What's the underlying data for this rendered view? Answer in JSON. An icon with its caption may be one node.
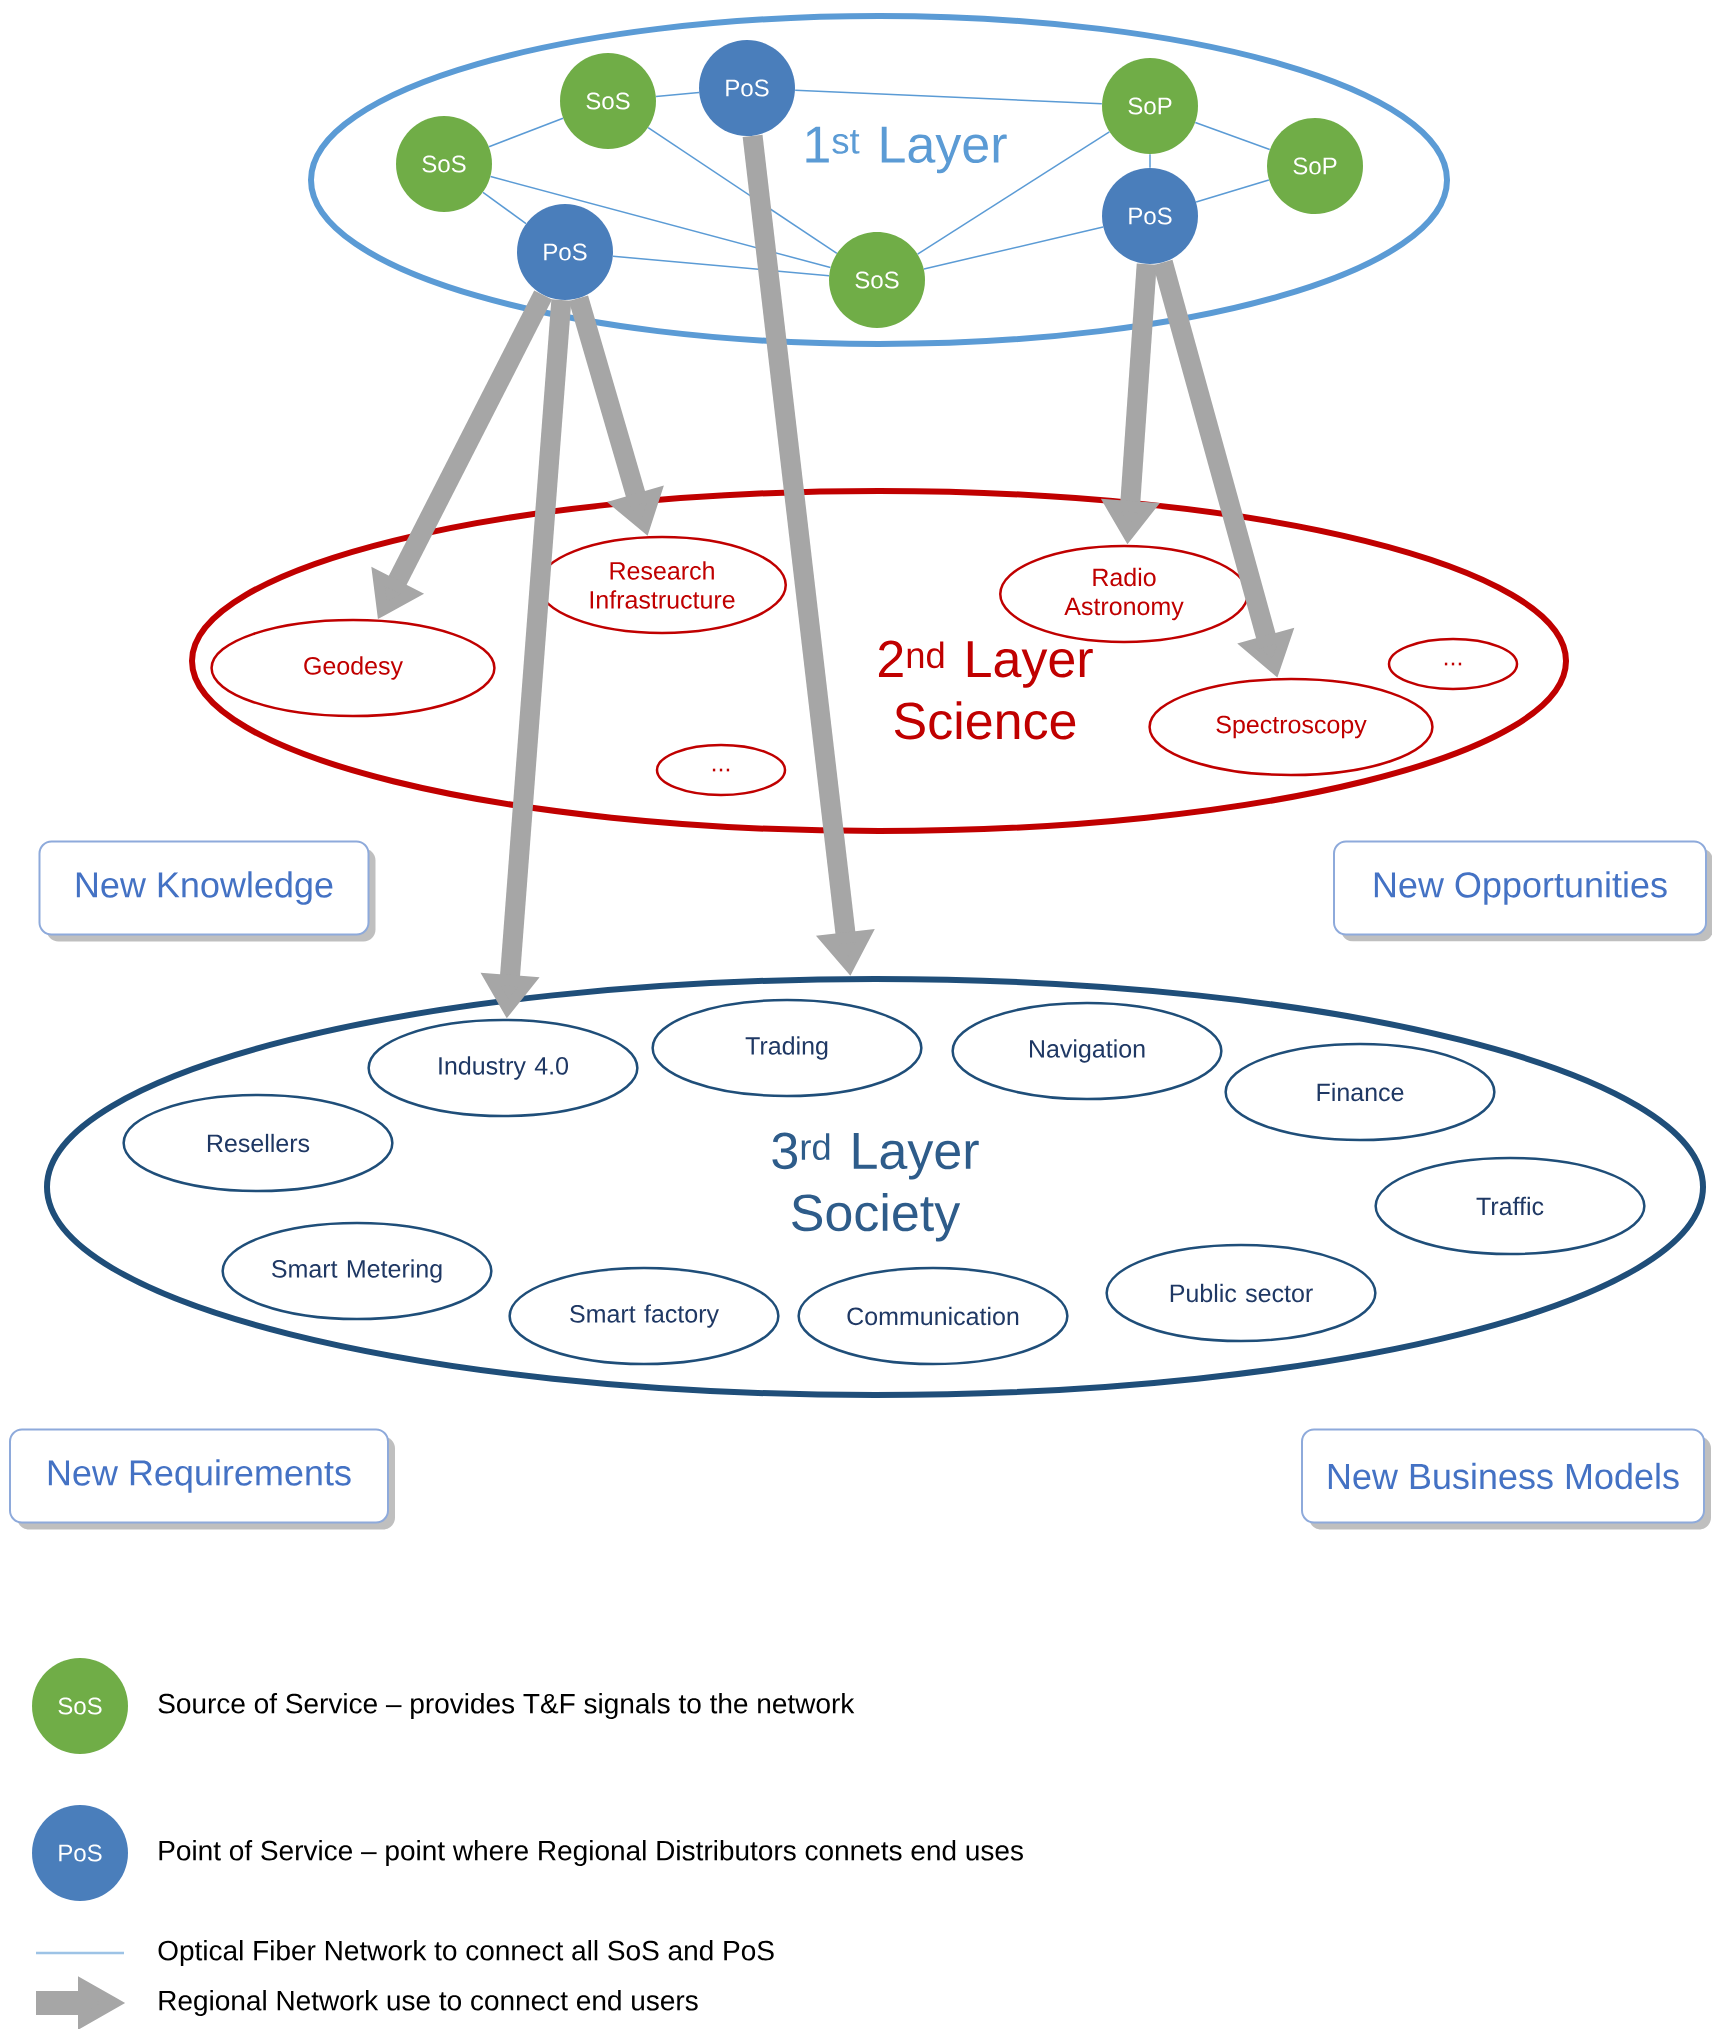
{
  "diagram": {
    "nodes": [
      {
        "text": [
          "1$^{st}$ Layer"
        ]
      },
      {
        "text": [
          "PoS"
        ],
        "in": 0
      },
      {
        "text": [
          "SoS"
        ],
        "in": 0
      },
      {
        "text": [
          "SoP"
        ],
        "in": 0
      },
      {
        "text": [
          "SoS"
        ],
        "in": 0
      },
      {
        "text": [
          "SoP"
        ],
        "in": 0
      },
      {
        "text": [
          "PoS"
        ],
        "in": 0
      },
      {
        "text": [
          "PoS"
        ],
        "in": 0
      },
      {
        "text": [
          "SoS"
        ],
        "in": 0
      },
      {
        "text": [
          "2$^{nd}$ Layer Science"
        ]
      },
      {
        "text": [
          "Research Infrastructure"
        ],
        "in": 9
      },
      {
        "text": [
          "Radio Astronomy"
        ],
        "in": 9
      },
      {
        "text": [
          "Geodesy"
        ],
        "in": 9
      },
      {
        "text": [
          "..."
        ],
        "in": 9
      },
      {
        "text": [
          "Spectroscopy"
        ],
        "in": 9
      },
      {
        "text": [
          "..."
        ],
        "in": 9
      },
      {
        "text": [
          "New Knowledge"
        ]
      },
      {
        "text": [
          "New Opportunities"
        ]
      },
      {
        "text": [
          "3$^{rd}$ Layer Society"
        ]
      },
      {
        "text": [
          "Trading"
        ],
        "in": 18
      },
      {
        "text": [
          "Navigation"
        ],
        "in": 18
      },
      {
        "text": [
          "Industry 4.0"
        ],
        "in": 18
      },
      {
        "text": [
          "Finance"
        ],
        "in": 18
      },
      {
        "text": [
          "Resellers"
        ],
        "in": 18
      },
      {
        "text": [
          "Traffic"
        ],
        "in": 18
      },
      {
        "text": [
          "Smart Metering"
        ],
        "in": 18
      },
      {
        "text": [
          "Public sector"
        ],
        "in": 18
      },
      {
        "text": [
          "Smart factory"
        ],
        "in": 18
      },
      {
        "text": [
          "Communication"
        ],
        "in": 18
      },
      {
        "text": [
          "New Requirements"
        ]
      },
      {
        "text": [
          "New Business Models"
        ]
      }
    ],
    "edges": [
      {
        "from": 4,
        "to": 2,
        "arrow": "none"
      },
      {
        "from": 2,
        "to": 1,
        "arrow": "none"
      },
      {
        "from": 1,
        "to": 3,
        "arrow": "none"
      },
      {
        "from": 4,
        "to": 7,
        "arrow": "none"
      },
      {
        "from": 4,
        "to": 8,
        "arrow": "none"
      },
      {
        "from": 2,
        "to": 8,
        "arrow": "none"
      },
      {
        "from": 7,
        "to": 8,
        "arrow": "none"
      },
      {
        "from": 3,
        "to": 8,
        "arrow": "none"
      },
      {
        "from": 3,
        "to": 5,
        "arrow": "none"
      },
      {
        "from": 3,
        "to": 6,
        "arrow": "none"
      },
      {
        "from": 5,
        "to": 6,
        "arrow": "none"
      },
      {
        "from": 6,
        "to": 8,
        "arrow": "none"
      },
      {
        "from": 7,
        "to": 12,
        "arrow": "to",
        "style": "thick",
        "color": "#a6a6a6"
      },
      {
        "from": 7,
        "to": 10,
        "arrow": "to",
        "style": "thick",
        "color": "#a6a6a6"
      },
      {
        "from": 7,
        "to": 21,
        "arrow": "to",
        "style": "thick",
        "color": "#a6a6a6"
      },
      {
        "from": 1,
        "to": 18,
        "arrow": "to",
        "style": "thick",
        "color": "#a6a6a6"
      },
      {
        "from": 6,
        "to": 11,
        "arrow": "to",
        "style": "thick",
        "color": "#a6a6a6"
      },
      {
        "from": 6,
        "to": 14,
        "arrow": "to",
        "style": "thick",
        "color": "#a6a6a6"
      }
    ],
    "labels": [
      "SoS",
      "PoS"
    ],
    "legend": [
      {
        "text": "Source of Service – provides T&F signals to the network",
        "color": "#70ad47"
      },
      {
        "text": "Point of Service – point where Regional Distributors connets end uses",
        "color": "#4a7ebb"
      },
      {
        "text": "Optical Fiber Network to connect all SoS and PoS"
      },
      {
        "text": "Regional Network use to connect end users"
      }
    ]
  }
}
